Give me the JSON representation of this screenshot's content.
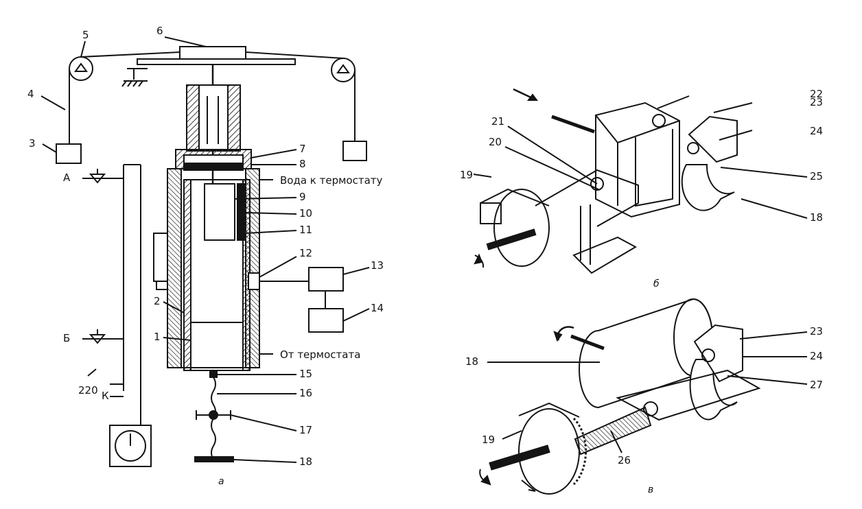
{
  "colors": {
    "ink": "#141414",
    "hatch": "#3a3a3a",
    "paper": "#ffffff"
  },
  "schematic": {
    "caption": "а",
    "part_labels": {
      "n1": "1",
      "n2": "2",
      "n3": "3",
      "n4": "4",
      "n5": "5",
      "n6": "6",
      "n7": "7",
      "n8": "8",
      "n9": "9",
      "n10": "10",
      "n11": "11",
      "n12": "12",
      "n13": "13",
      "n14": "14",
      "n15": "15",
      "n16": "16",
      "n17": "17",
      "n18": "18"
    },
    "point_a": "А",
    "point_b": "Б",
    "voltage": "220",
    "switch_k": "К",
    "water_to": "Вода к термостату",
    "water_from": "От термостата"
  },
  "view_b": {
    "caption": "б",
    "part_labels": {
      "n18": "18",
      "n19": "19",
      "n20": "20",
      "n21": "21",
      "n22": "22",
      "n23": "23",
      "n24": "24",
      "n25": "25"
    }
  },
  "view_c": {
    "caption": "в",
    "part_labels": {
      "n18": "18",
      "n19": "19",
      "n23": "23",
      "n24": "24",
      "n26": "26",
      "n27": "27"
    }
  }
}
